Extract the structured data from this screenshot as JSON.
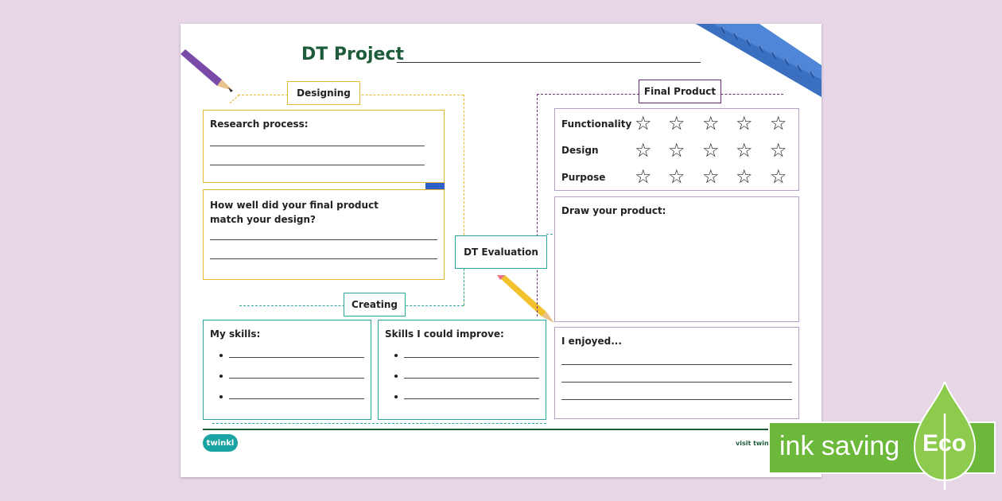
{
  "worksheet": {
    "title": "DT Project",
    "sections": {
      "designing": "Designing",
      "creating": "Creating",
      "final_product": "Final Product",
      "evaluation": "DT Evaluation"
    },
    "research_label": "Research process:",
    "match_label": "How well did your final product match your design?",
    "skills_label": "My skills:",
    "improve_label": "Skills I could improve:",
    "ratings": [
      {
        "label": "Functionality",
        "stars": 5
      },
      {
        "label": "Design",
        "stars": 5
      },
      {
        "label": "Purpose",
        "stars": 5
      }
    ],
    "star_glyph": "☆",
    "draw_label": "Draw your product:",
    "enjoyed_label": "I enjoyed...",
    "logo_text": "twinkl",
    "footer_url": "visit twinkl.ie"
  },
  "badge": {
    "text": "ink saving",
    "eco": "Eco"
  },
  "colors": {
    "designing": "#e8b830",
    "creating": "#2aa59a",
    "final_product": "#6b2a7a",
    "brand_green": "#1d5b3a",
    "eco_green": "#6cb83a"
  }
}
